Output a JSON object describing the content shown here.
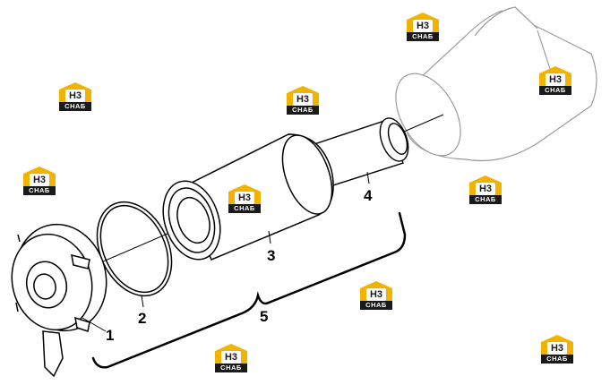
{
  "callouts": {
    "c1": "1",
    "c2": "2",
    "c3": "3",
    "c4": "4",
    "c5": "5"
  },
  "watermark": {
    "letters": "H3",
    "word": "СНАБ",
    "color": "#f2b300"
  },
  "colors": {
    "line": "#000000",
    "ghost_line": "#9a9a9a"
  }
}
